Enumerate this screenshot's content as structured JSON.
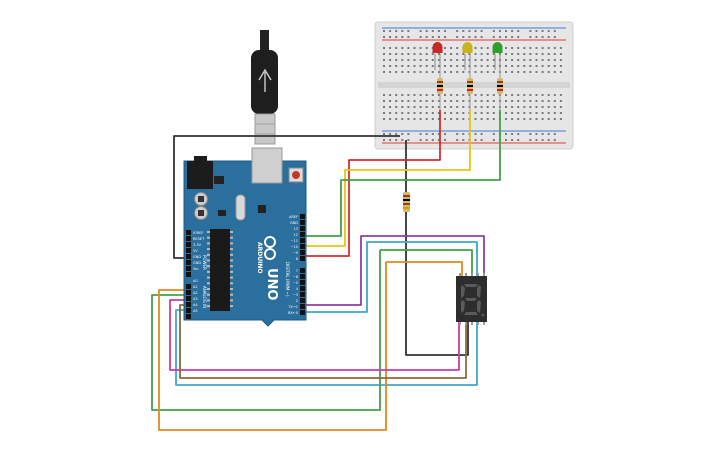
{
  "board": {
    "brand": "ARDUINO",
    "model": "UNO",
    "power_pins": [
      "IOREF",
      "RESET",
      "3.3V",
      "5V",
      "GND",
      "GND",
      "Vin"
    ],
    "analog_pins": [
      "A0",
      "A1",
      "A2",
      "A3",
      "A4",
      "A5"
    ],
    "power_header_label": "POWER",
    "analog_header_label": "ANALOG IN",
    "digital_header_label": "DIGITAL (PWM ~)",
    "top_pins": [
      "AREF",
      "GND",
      "13",
      "12",
      "~11",
      "~10",
      "~9",
      "8"
    ],
    "bottom_pins": [
      "7",
      "~6",
      "~5",
      "4",
      "~3",
      "2",
      "TX→1",
      "RX←0"
    ]
  },
  "display": {
    "digit": "8"
  },
  "leds": [
    {
      "name": "red LED",
      "color": "#c62828"
    },
    {
      "name": "yellow LED",
      "color": "#c9b417"
    },
    {
      "name": "green LED",
      "color": "#2e9e2e"
    }
  ],
  "wire_colors": {
    "red": "#d32f2f",
    "yellow": "#e8c413",
    "green": "#43a047",
    "black": "#333333",
    "purple": "#8e3fa0",
    "cyan": "#3fa8c8",
    "orange": "#e08a1e",
    "magenta": "#c93da3",
    "brown": "#8a6a3a"
  }
}
